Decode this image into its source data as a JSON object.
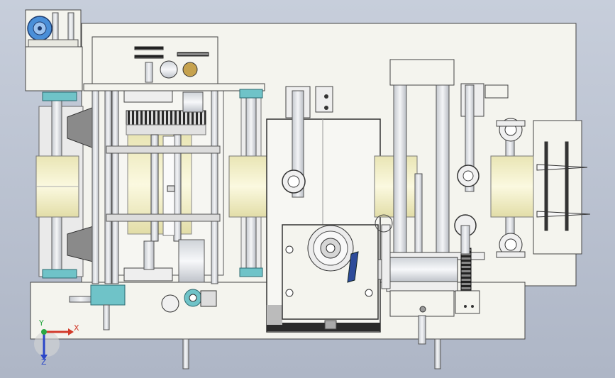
{
  "viewport": {
    "background_top": "#c7cedb",
    "background_bottom": "#aeb6c6"
  },
  "palette": {
    "frame": "#f4f4ee",
    "steel": "#d9dde3",
    "roller": "#f2efc6",
    "teal": "#6fc3c8",
    "dark": "#2b2b2b",
    "blue": "#4a8fd8"
  },
  "triad": {
    "x_label": "X",
    "y_label": "Y",
    "z_label": "Z",
    "x_color": "#d23a2a",
    "y_color": "#2aa843",
    "z_color": "#2a46c8"
  }
}
